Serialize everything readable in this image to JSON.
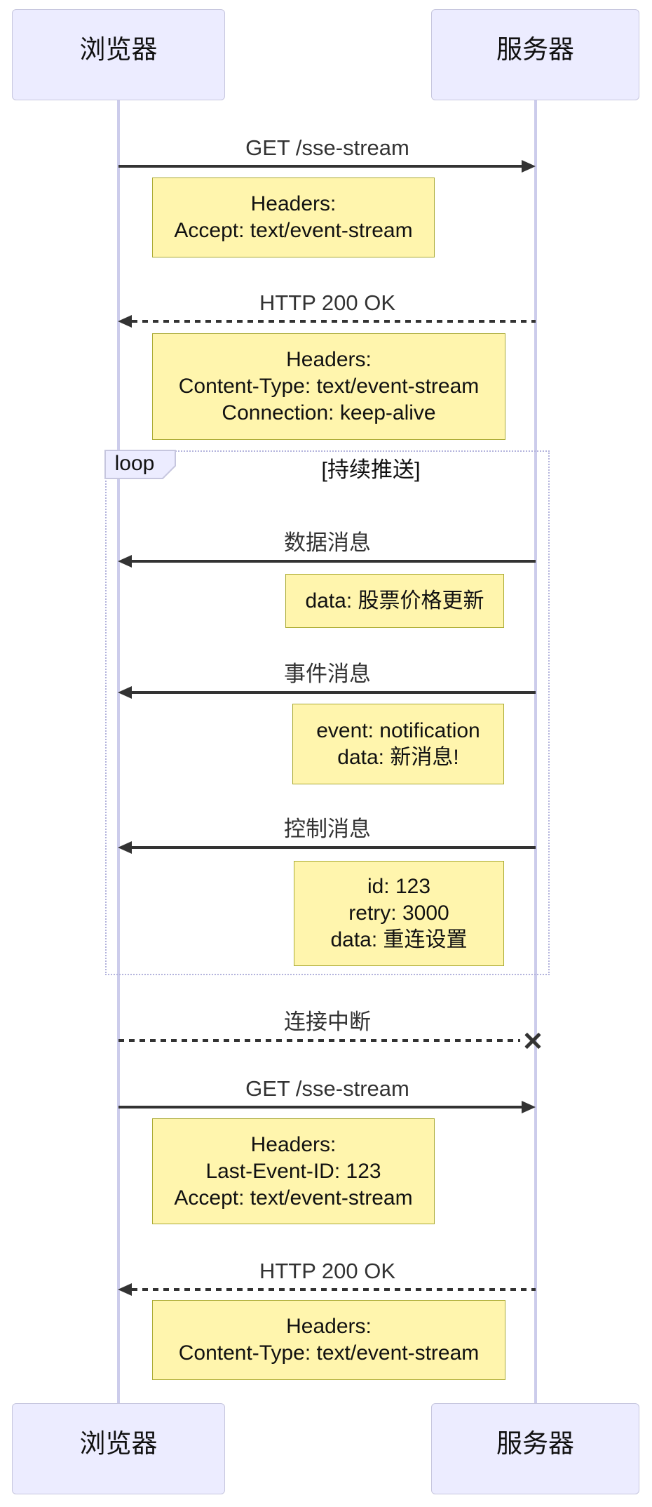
{
  "diagram": {
    "kind": "sequence-diagram",
    "topic": "SSE (Server-Sent Events) stream between browser and server",
    "actors": {
      "browser": "浏览器",
      "server": "服务器"
    },
    "messages": [
      {
        "label": "GET /sse-stream",
        "from": "browser",
        "to": "server",
        "line": "solid",
        "terminator": "arrow"
      },
      {
        "label": "HTTP 200 OK",
        "from": "server",
        "to": "browser",
        "line": "dashed",
        "terminator": "arrow"
      },
      {
        "label": "数据消息",
        "from": "server",
        "to": "browser",
        "line": "solid",
        "terminator": "arrow"
      },
      {
        "label": "事件消息",
        "from": "server",
        "to": "browser",
        "line": "solid",
        "terminator": "arrow"
      },
      {
        "label": "控制消息",
        "from": "server",
        "to": "browser",
        "line": "solid",
        "terminator": "arrow"
      },
      {
        "label": "连接中断",
        "from": "browser",
        "to": "server",
        "line": "dashed",
        "terminator": "cross"
      },
      {
        "label": "GET /sse-stream",
        "from": "browser",
        "to": "server",
        "line": "solid",
        "terminator": "arrow"
      },
      {
        "label": "HTTP 200 OK",
        "from": "server",
        "to": "browser",
        "line": "dashed",
        "terminator": "arrow"
      }
    ],
    "notes": [
      {
        "lines": [
          "Headers:",
          "Accept: text/event-stream"
        ]
      },
      {
        "lines": [
          "Headers:",
          "Content-Type: text/event-stream",
          "Connection: keep-alive"
        ]
      },
      {
        "lines": [
          "data: 股票价格更新"
        ]
      },
      {
        "lines": [
          "event: notification",
          "data: 新消息!"
        ]
      },
      {
        "lines": [
          "id: 123",
          "retry: 3000",
          "data: 重连设置"
        ]
      },
      {
        "lines": [
          "Headers:",
          "Last-Event-ID: 123",
          "Accept: text/event-stream"
        ]
      },
      {
        "lines": [
          "Headers:",
          "Content-Type: text/event-stream"
        ]
      }
    ],
    "loop": {
      "label": "loop",
      "condition": "[持续推送]"
    },
    "colors": {
      "background": "#FFFFFF",
      "actor_fill": "#ECECFF",
      "actor_border": "#C6C6DE",
      "lifeline": "#CCCCEB",
      "note_fill": "#FFF5AD",
      "note_border": "#AAAA33",
      "loop_border": "#B3B3DC",
      "arrow": "#333333",
      "text": "#333333"
    }
  }
}
